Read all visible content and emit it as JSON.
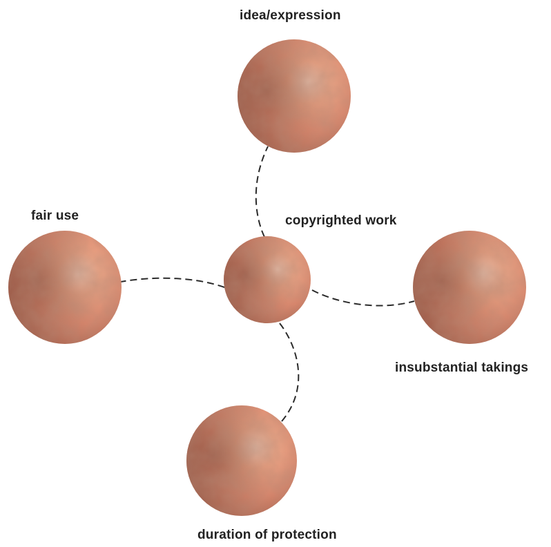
{
  "diagram": {
    "center": {
      "label": "copyrighted work"
    },
    "nodes": [
      {
        "id": "top",
        "label": "idea/expression"
      },
      {
        "id": "left",
        "label": "fair use"
      },
      {
        "id": "right",
        "label": "insubstantial takings"
      },
      {
        "id": "bottom",
        "label": "duration of protection"
      }
    ],
    "connectors": [
      "center-top",
      "center-left",
      "center-right",
      "center-bottom"
    ],
    "connector_style": "dashed",
    "colors": {
      "sphere_light": "#f4b394",
      "sphere_mid": "#d57f5f",
      "sphere_dark": "#8a4b3a",
      "connector": "#2a2a2a",
      "text": "#222222"
    }
  }
}
